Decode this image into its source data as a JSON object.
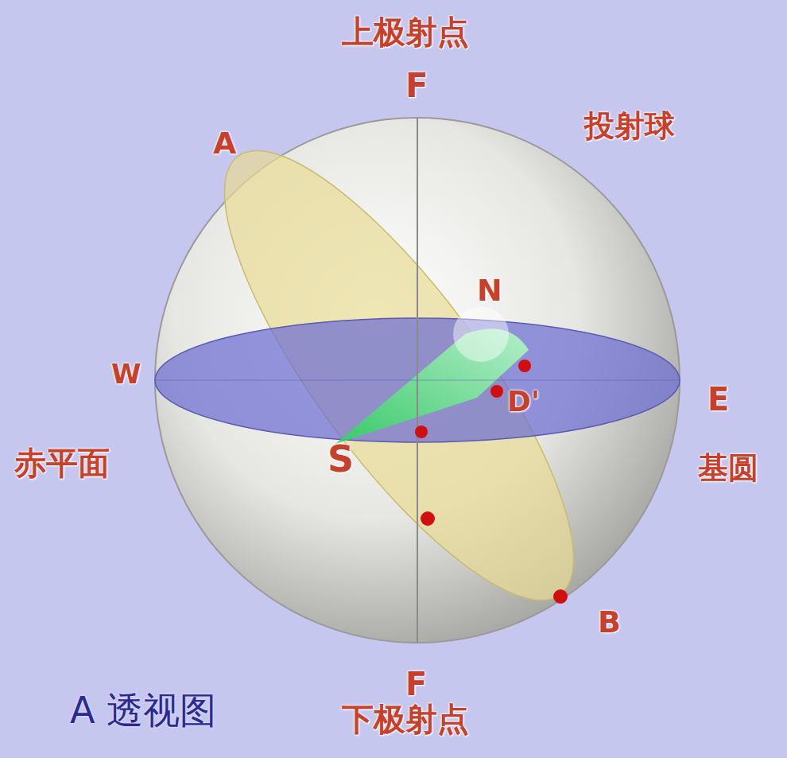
{
  "diagram": {
    "caption": "A 透视图",
    "labels": [
      "上极射点",
      "F",
      "A",
      "投射球",
      "N",
      "W",
      "E",
      "D'",
      "S",
      "赤平面",
      "基圆",
      "B",
      "F",
      "下极射点"
    ]
  }
}
